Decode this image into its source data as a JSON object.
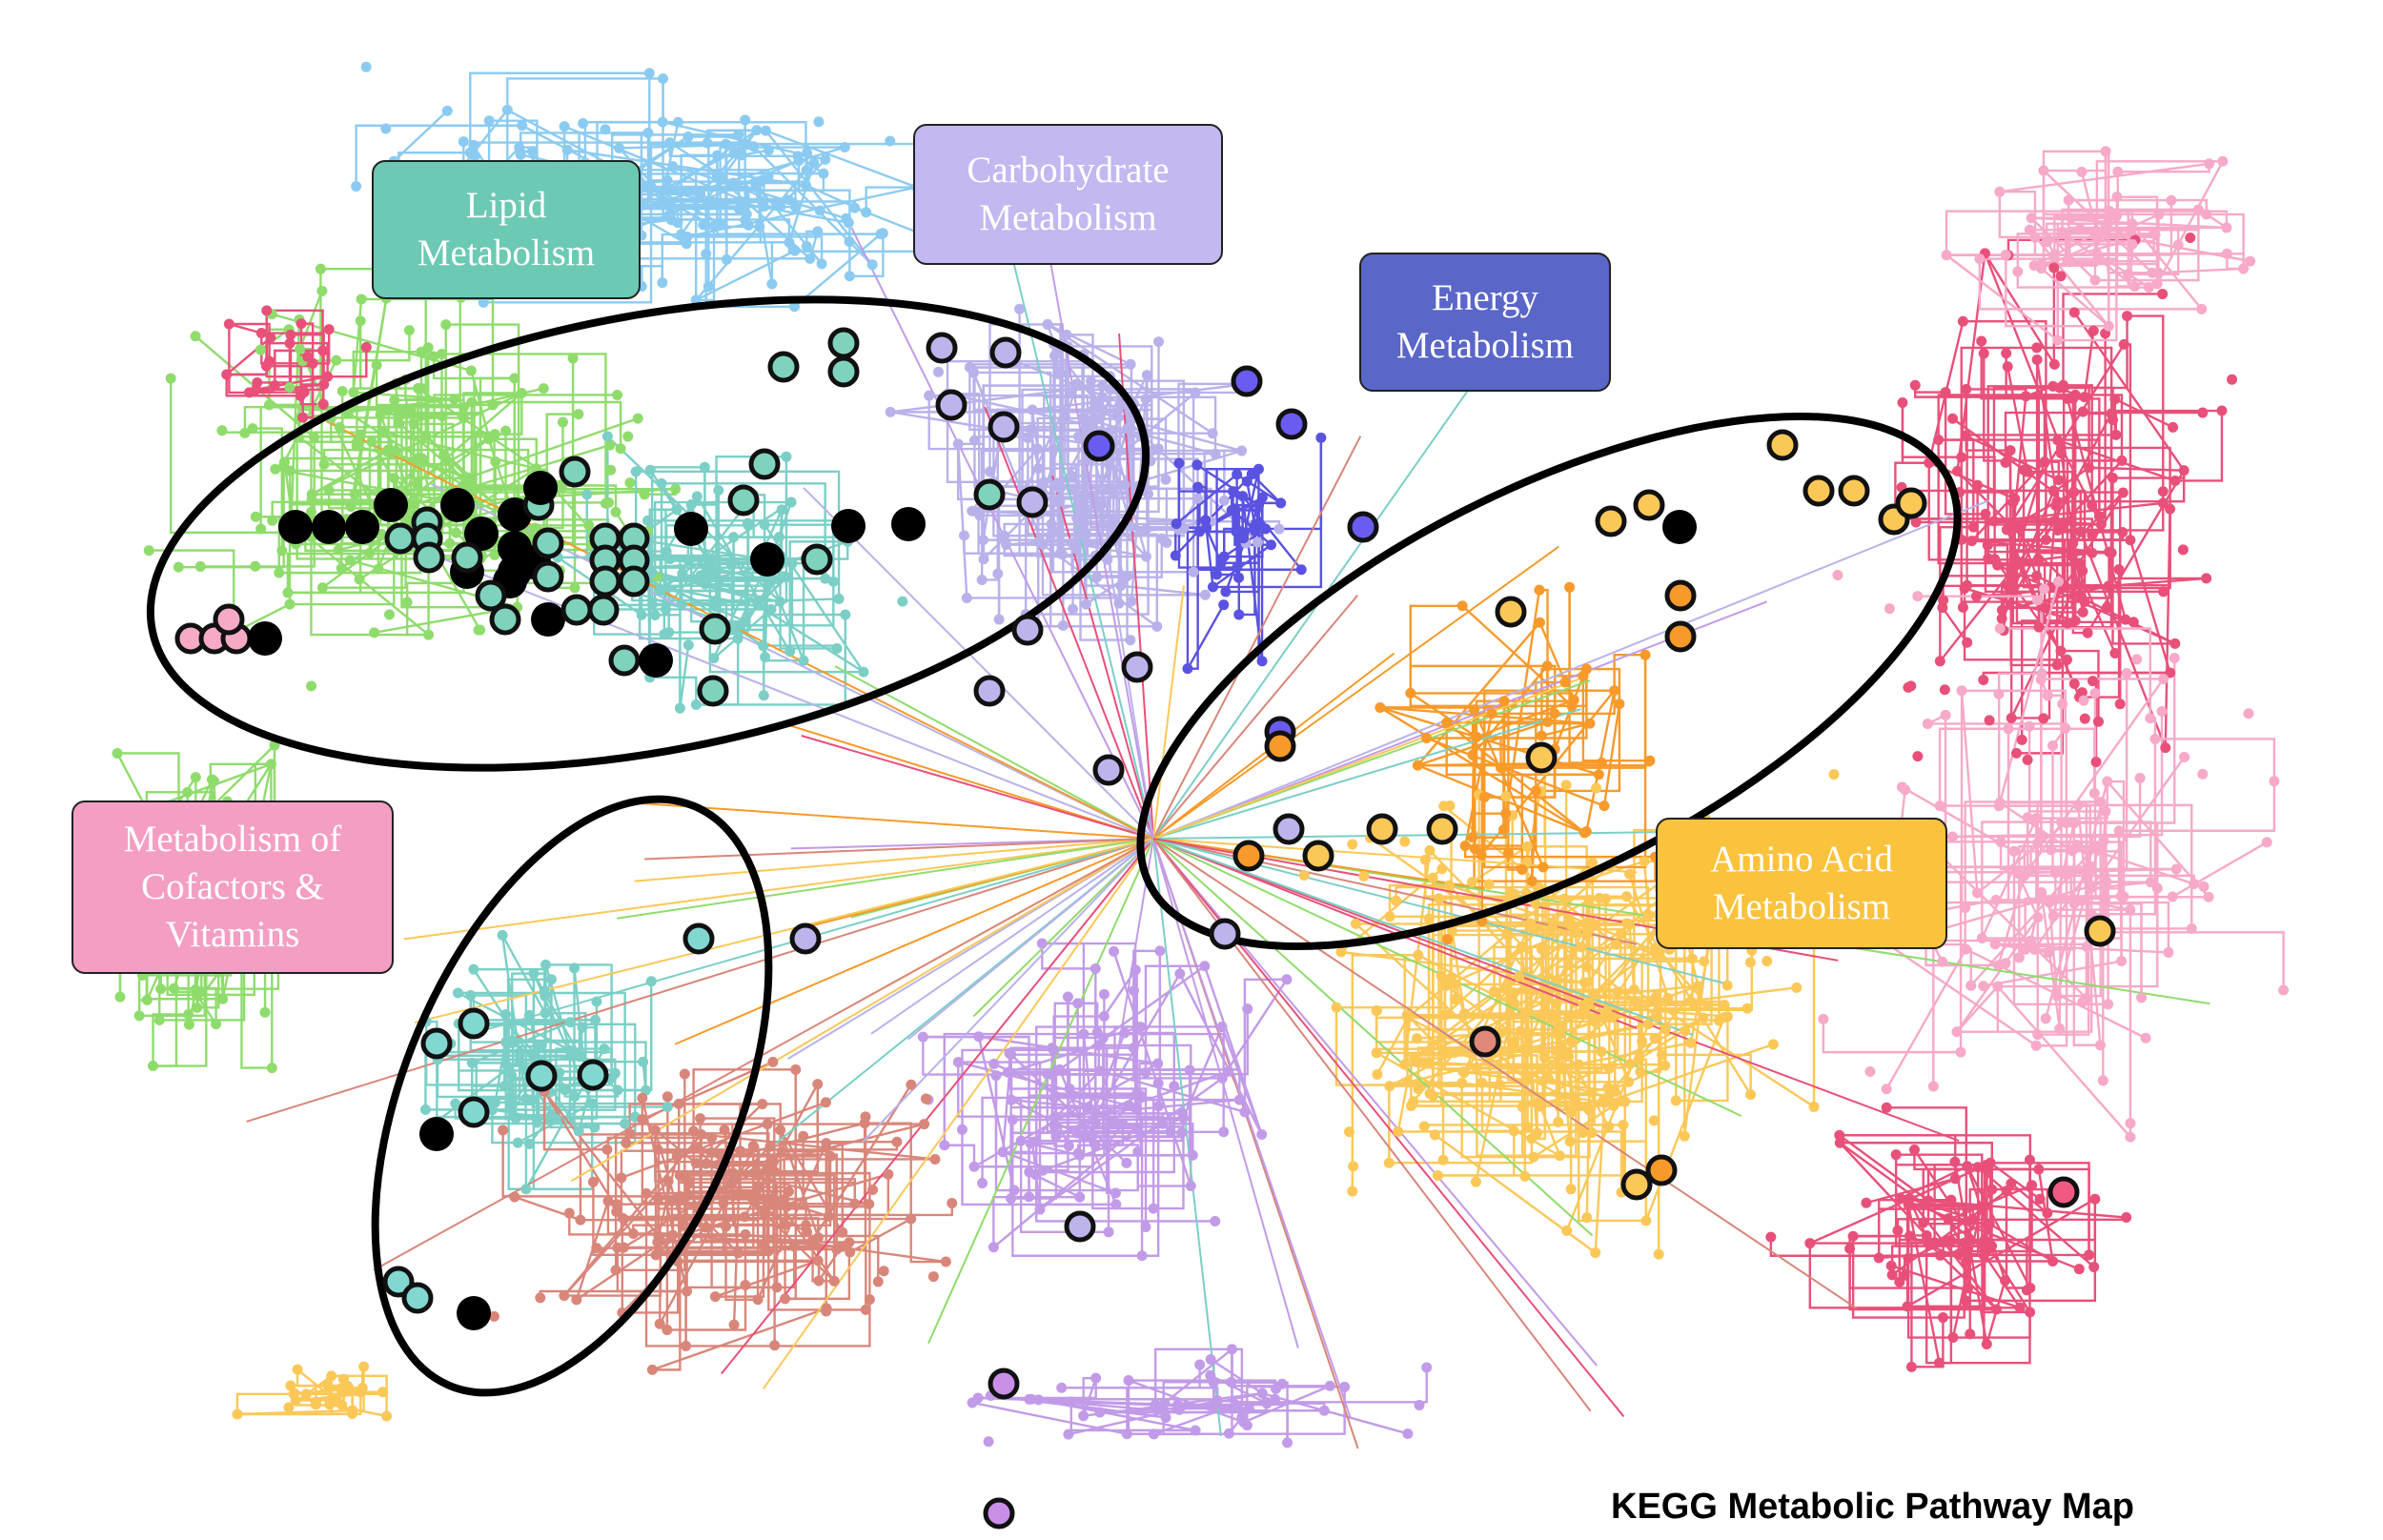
{
  "title": "KEGG Metabolic Pathway Map",
  "categories": [
    {
      "key": "lipid",
      "label": "Lipid\nMetabolism",
      "color": "#6cc9b4"
    },
    {
      "key": "carbohydrate",
      "label": "Carbohydrate\nMetabolism",
      "color": "#c3b8f0"
    },
    {
      "key": "energy",
      "label": "Energy\nMetabolism",
      "color": "#5a66c8"
    },
    {
      "key": "cofactors",
      "label": "Metabolism of\nCofactors &\nVitamins",
      "color": "#f49ec4"
    },
    {
      "key": "amino_acid",
      "label": "Amino Acid\nMetabolism",
      "color": "#fbc23d"
    }
  ],
  "network_colors": {
    "light_blue": "#8ccbf1",
    "green": "#8fdc6c",
    "teal": "#7bcfc6",
    "lavender": "#b8b2ea",
    "purple": "#c29be8",
    "indigo": "#5a52e0",
    "red_pink": "#e8507a",
    "light_pink": "#f6a9c8",
    "salmon": "#d9867a",
    "yellow": "#fbc858",
    "orange": "#f79a2a"
  },
  "highlight_colors": {
    "black": "#000000",
    "teal": "#7fd3bd",
    "lavender": "#bcb4ea",
    "indigo": "#6a5cf0",
    "yellow": "#fbc858",
    "orange": "#f79a2a",
    "pink": "#f7aac8",
    "salmon": "#e0877a",
    "red_pink": "#f05a80",
    "purple": "#c88ee8",
    "cyan_teal": "#82d8d0",
    "outline": "#111111"
  },
  "clusters": [
    {
      "name": "lipid-cluster"
    },
    {
      "name": "amino-energy-cluster"
    },
    {
      "name": "cofactor-cluster"
    }
  ]
}
